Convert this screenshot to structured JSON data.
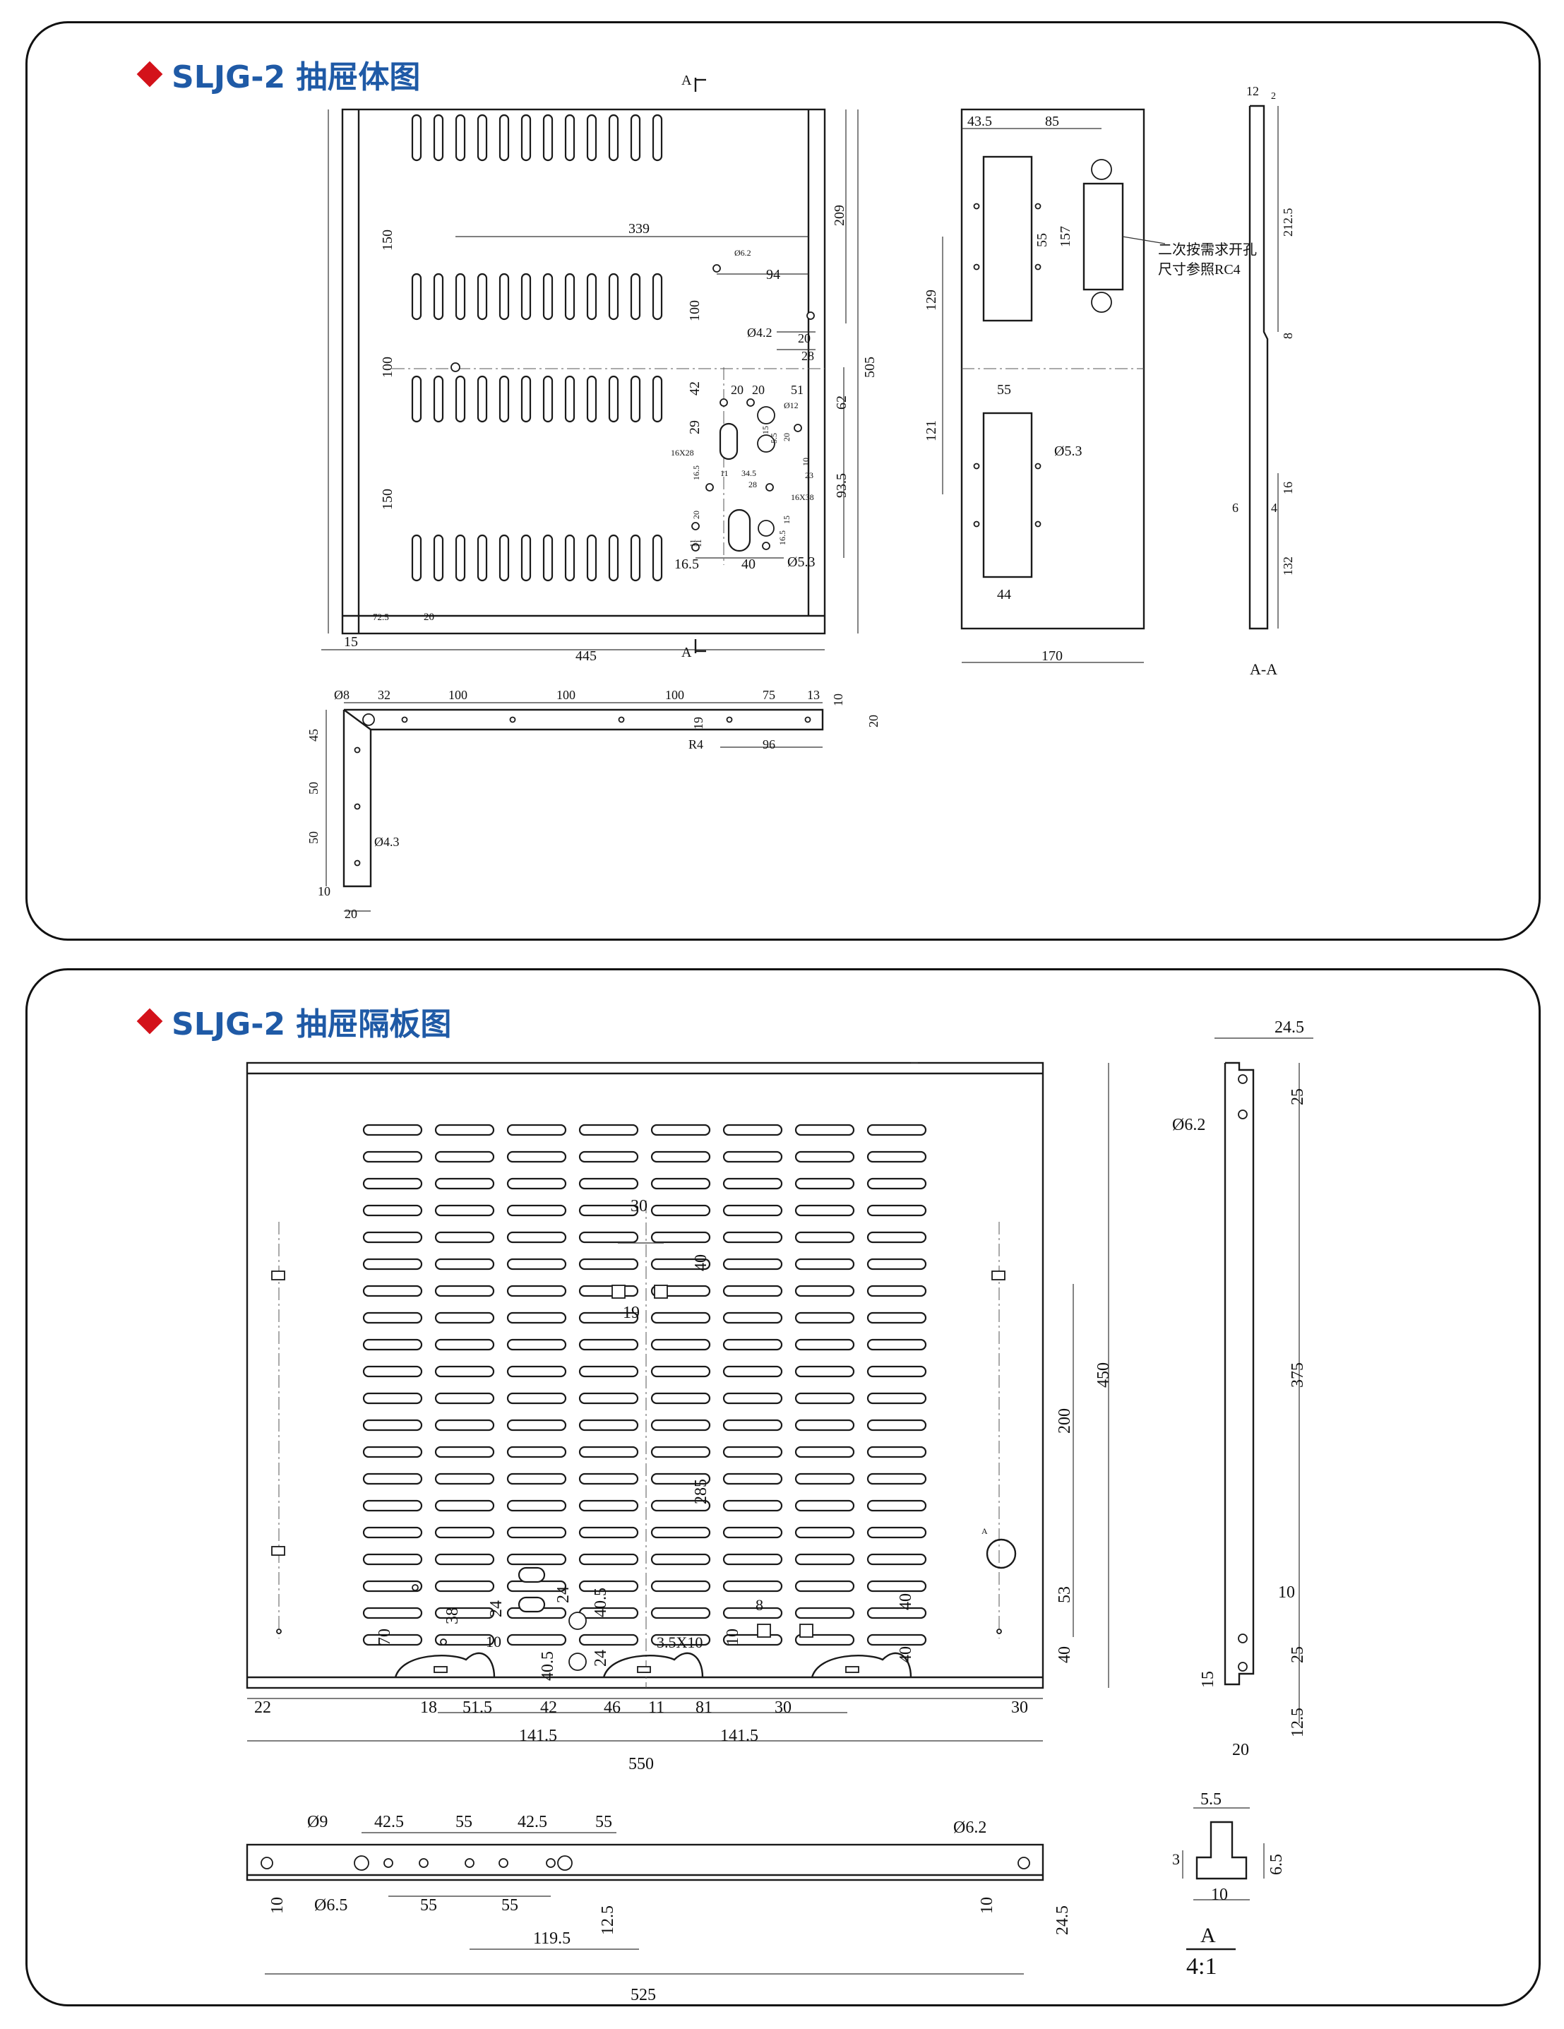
{
  "section1": {
    "title": "SLJG-2 抽屉体图",
    "front": {
      "section_marker_top": "A",
      "section_marker_bottom": "A",
      "dims": {
        "width_445": "445",
        "margin_15": "15",
        "slot_72_5": "72.5",
        "slot_20": "20",
        "d339": "339",
        "d94": "94",
        "d209": "209",
        "d505": "505",
        "d150a": "150",
        "d100": "100",
        "d150b": "150",
        "d100b": "100",
        "d42": "42",
        "d20a": "20",
        "d20b": "20",
        "d51": "51",
        "d62": "62",
        "d29": "29",
        "d93_5": "93.5",
        "d16_5a": "16.5",
        "d11a": "11",
        "d34_5": "34.5",
        "d28a": "28",
        "d20c": "20",
        "d28b": "28",
        "d11b": "11",
        "d11c": "11",
        "d20d": "20",
        "d16_5b": "16.5",
        "d40": "40",
        "d15": "15",
        "d16_5c": "16.5",
        "d10": "10",
        "d23": "23",
        "d5_5": "5.5",
        "d20e": "20",
        "d15b": "15"
      },
      "callouts": {
        "phi6_2": "Ø6.2",
        "phi4_2": "Ø4.2",
        "phi12": "Ø12",
        "slot16x28": "16X28",
        "slot16x38": "16X38",
        "phi5_3": "Ø5.3"
      }
    },
    "side": {
      "dims": {
        "d43_5": "43.5",
        "d85": "85",
        "d55": "55",
        "d157": "157",
        "d129": "129",
        "d121": "121",
        "d55b": "55",
        "d44": "44",
        "d170": "170"
      },
      "callout_phi": "Ø5.3",
      "note_line1": "二次按需求开孔",
      "note_line2": "尺寸参照RC4"
    },
    "section_aa": {
      "label": "A-A",
      "dims": {
        "d12": "12",
        "d2": "2",
        "d212_5": "212.5",
        "d8": "8",
        "d6": "6",
        "d4": "4",
        "d16": "16",
        "d132": "132"
      }
    },
    "bracket": {
      "dims": {
        "phi8": "Ø8",
        "d32": "32",
        "d100a": "100",
        "d100b": "100",
        "d100c": "100",
        "d75": "75",
        "d13": "13",
        "d10": "10",
        "d20": "20",
        "d19": "19",
        "r4": "R4",
        "d96": "96",
        "d45": "45",
        "d50a": "50",
        "d50b": "50",
        "phi4_3": "Ø4.3",
        "d10b": "10",
        "d20b": "20"
      }
    }
  },
  "section2": {
    "title": "SLJG-2 抽屉隔板图",
    "plate": {
      "dims": {
        "d30": "30",
        "d40": "40",
        "d19": "19",
        "d450": "450",
        "d200": "200",
        "d285": "285",
        "d53": "53",
        "d40b": "40",
        "d40c": "40",
        "d40d": "40",
        "d24a": "24",
        "d40_5a": "40.5",
        "d24b": "24",
        "d40_5b": "40.5",
        "d38": "38",
        "d70": "70",
        "d10": "10",
        "d24c": "24",
        "d3_5x10": "3.5X10",
        "d8": "8",
        "d10b": "10",
        "d22": "22",
        "d18": "18",
        "d51_5": "51.5",
        "d42": "42",
        "d46": "46",
        "d11": "11",
        "d81": "81",
        "d30b": "30",
        "d30c": "30",
        "d141_5a": "141.5",
        "d141_5b": "141.5",
        "d550": "550"
      },
      "detail_marker": "A"
    },
    "side": {
      "dims": {
        "d24_5": "24.5",
        "phi6_2": "Ø6.2",
        "d25a": "25",
        "d375": "375",
        "d10": "10",
        "d25b": "25",
        "d15": "15",
        "d12_5": "12.5",
        "d20": "20"
      }
    },
    "bottom": {
      "dims": {
        "phi9": "Ø9",
        "d42_5a": "42.5",
        "d55a": "55",
        "d42_5b": "42.5",
        "d55b": "55",
        "phi6_2": "Ø6.2",
        "d10a": "10",
        "phi6_5": "Ø6.5",
        "d55c": "55",
        "d55d": "55",
        "d12_5": "12.5",
        "d119_5": "119.5",
        "d10b": "10",
        "d24_5": "24.5",
        "d525": "525"
      }
    },
    "detail": {
      "dims": {
        "d5_5": "5.5",
        "d3": "3",
        "d6_5": "6.5",
        "d10": "10"
      },
      "label": "A",
      "scale": "4:1"
    }
  }
}
